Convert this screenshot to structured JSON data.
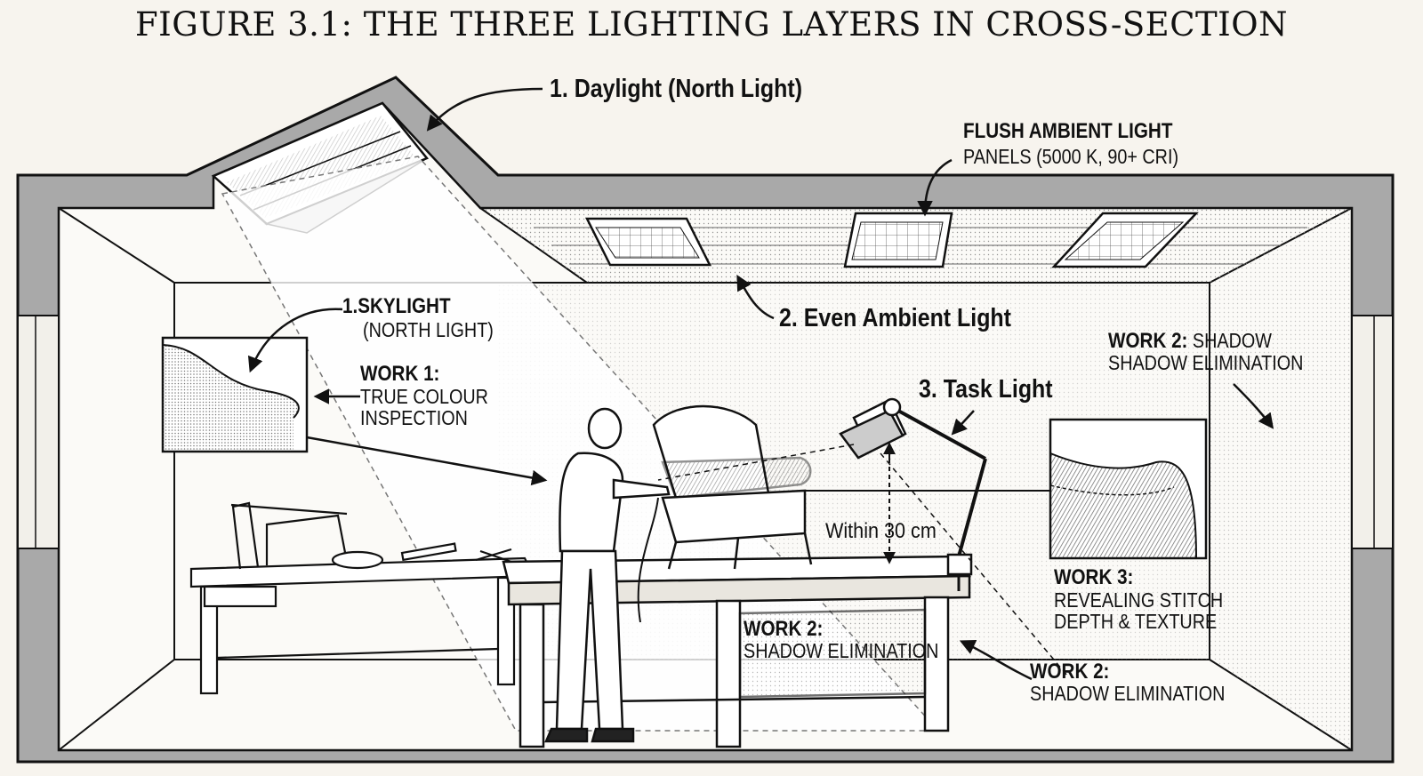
{
  "title": "FIGURE 3.1: THE THREE LIGHTING LAYERS IN CROSS-SECTION",
  "labels": {
    "daylight": "1. Daylight (North Light)",
    "flush_heading": "FLUSH AMBIENT LIGHT",
    "flush_detail": "PANELS (5000 K, 90+ CRI)",
    "even_ambient": "2. Even Ambient Light",
    "skylight_heading": "1.SKYLIGHT",
    "skylight_detail": "(NORTH LIGHT)",
    "work1_heading": "WORK 1:",
    "work1_line1": "TRUE COLOUR",
    "work1_line2": "INSPECTION",
    "task_light": "3. Task Light",
    "work2_right_heading": "WORK 2:",
    "work2_right_line1": "SHADOW",
    "work2_right_line2": "SHADOW ELIMINATION",
    "within": "Within 30 cm",
    "work3_heading": "WORK 3:",
    "work3_line1": "REVEALING STITCH",
    "work3_line2": "DEPTH & TEXTURE",
    "work2_mid_heading": "WORK 2:",
    "work2_mid_line1": "SHADOW ELIMINATION",
    "work2_low_heading": "WORK 2:",
    "work2_low_line1": "SHADOW ELIMINATION"
  },
  "colors": {
    "ink": "#111111",
    "wall": "#a9a9a9",
    "background": "#f7f4ee",
    "light_cone": "#ffffff"
  }
}
